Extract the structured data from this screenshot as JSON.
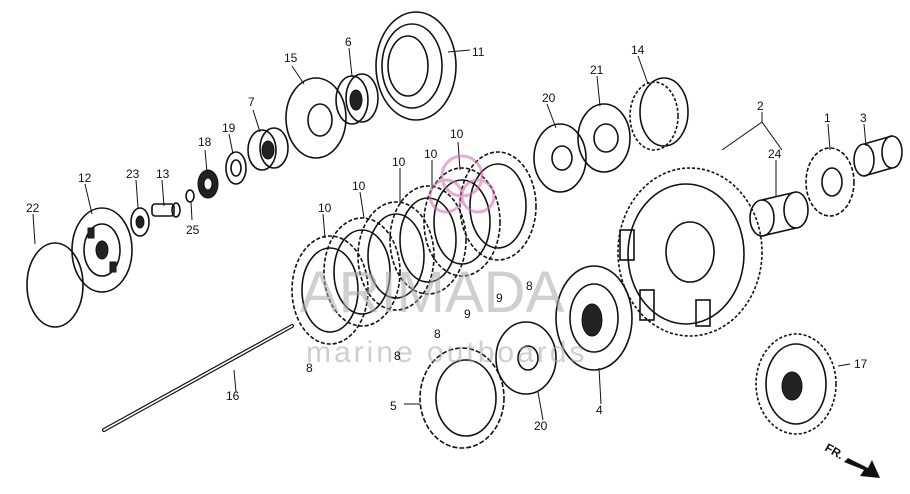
{
  "callouts": {
    "1": "1",
    "2": "2",
    "3": "3",
    "4": "4",
    "5": "5",
    "6": "6",
    "7": "7",
    "8": "8",
    "9": "9",
    "10": "10",
    "11": "11",
    "12": "12",
    "13": "13",
    "14": "14",
    "15": "15",
    "16": "16",
    "17": "17",
    "18": "18",
    "19": "19",
    "20": "20",
    "21": "21",
    "22": "22",
    "23": "23",
    "24": "24",
    "25": "25"
  },
  "arrow": {
    "label": "FR."
  },
  "watermark": {
    "brand": "ARIMADA",
    "tagline": "marine outboards",
    "logo_color": "#d06aa8",
    "text_color": "#a9a9a9"
  }
}
